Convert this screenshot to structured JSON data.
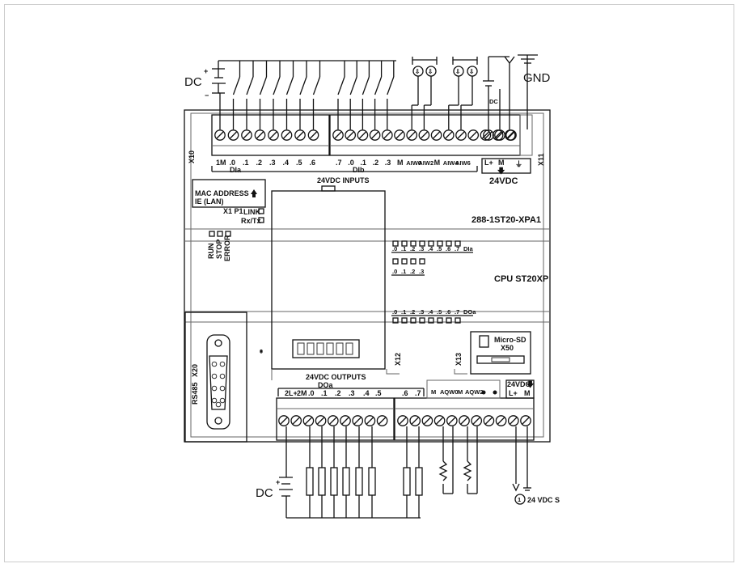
{
  "supply": {
    "dc_top": "DC",
    "dc_bottom": "DC",
    "dc_small": "DC",
    "gnd": "GND",
    "plus": "+",
    "minus": "−"
  },
  "inputs": {
    "x10": "X10",
    "x11": "X11",
    "labels_a": [
      "1M",
      ".0",
      ".1",
      ".2",
      ".3",
      ".4",
      ".5",
      ".6"
    ],
    "group_a": "DIa",
    "labels_b": [
      ".7",
      ".0",
      ".1",
      ".2",
      ".3",
      "M",
      "AIW0",
      "AIW2",
      "M",
      "AIW4",
      "AIW6"
    ],
    "group_b": "DIb",
    "caption": "24VDC INPUTS",
    "power_labels": [
      "L+",
      "M"
    ],
    "power_caption": "24VDC"
  },
  "network": {
    "mac_label": "MAC ADDRESS",
    "ie_label": "IE (LAN)",
    "port_label": "X1 P1",
    "link": "LINK",
    "rxtx": "Rx/Tx"
  },
  "status": {
    "leds": [
      "RUN",
      "STOP",
      "ERROR"
    ],
    "order_number": "288-1ST20-XPA1",
    "cpu_name": "CPU ST20XP"
  },
  "leds": {
    "dia_labels": [
      ".0",
      ".1",
      ".2",
      ".3",
      ".4",
      ".5",
      ".6",
      ".7",
      "DIa"
    ],
    "dib_labels": [
      ".0",
      ".1",
      ".2",
      ".3"
    ],
    "doa_labels": [
      ".0",
      ".1",
      ".2",
      ".3",
      ".4",
      ".5",
      ".6",
      ".7",
      "DOa"
    ]
  },
  "ports": {
    "x12": "X12",
    "x13": "X13",
    "microsd": "Micro-SD",
    "x50": "X50",
    "rs485": "RS485",
    "x20": "X20"
  },
  "outputs": {
    "caption": "24VDC OUTPUTS",
    "group": "DOa",
    "labels": [
      "2L+",
      "2M",
      ".0",
      ".1",
      ".2",
      ".3",
      ".4",
      ".5",
      ".6",
      ".7"
    ],
    "analog_labels": [
      "M",
      "AQW0",
      "M",
      "AQW2"
    ],
    "power_caption": "24VDC",
    "power_labels": [
      "L+",
      "M"
    ],
    "sensor_note_number": "1",
    "sensor_note": "24 VDC S"
  }
}
